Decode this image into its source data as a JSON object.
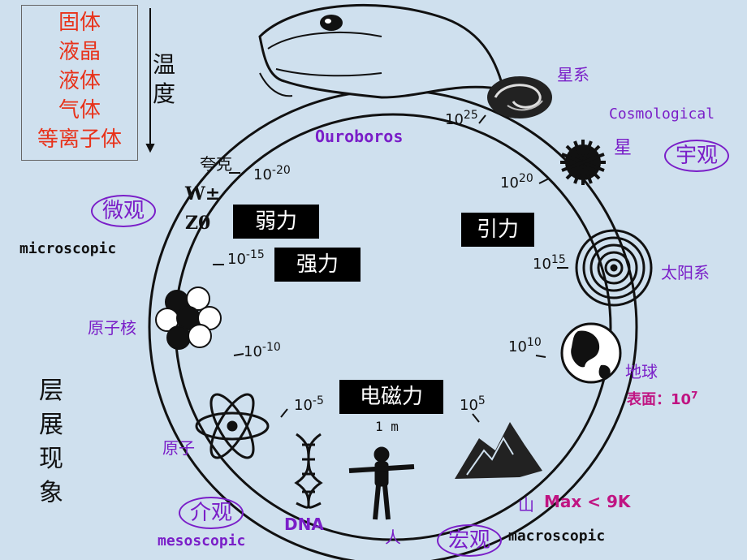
{
  "phases": [
    "固体",
    "液晶",
    "液体",
    "气体",
    "等离子体"
  ],
  "temperature_label": [
    "温",
    "度"
  ],
  "forces": {
    "weak": "弱力",
    "strong": "强力",
    "gravity": "引力",
    "em": "电磁力"
  },
  "snake_label": "Ouroboros",
  "scale_labels": {
    "micro_oval": "微观",
    "micro": "microscopic",
    "meso_oval": "介观",
    "meso": "mesoscopic",
    "macro_oval": "宏观",
    "macro": "macroscopic",
    "cosmo_oval": "宇观",
    "cosmo": "Cosmological"
  },
  "object_labels": {
    "quark": "夸克",
    "wz": "W±",
    "z0": "Z0",
    "nucleus": "原子核",
    "atom": "原子",
    "dna": "DNA",
    "human": "人",
    "mountain": "山",
    "mountain_note": "Max < 9K",
    "earth": "地球",
    "earth_note": "表面：10",
    "earth_note_exp": "7",
    "solar": "太阳系",
    "star": "星",
    "galaxy": "星系",
    "one_m": "1 m"
  },
  "ticks": [
    {
      "base": "10",
      "exp": "-20"
    },
    {
      "base": "10",
      "exp": "-15"
    },
    {
      "base": "10",
      "exp": "-10"
    },
    {
      "base": "10",
      "exp": "-5"
    },
    {
      "base": "10",
      "exp": "5"
    },
    {
      "base": "10",
      "exp": "10"
    },
    {
      "base": "10",
      "exp": "15"
    },
    {
      "base": "10",
      "exp": "20"
    },
    {
      "base": "10",
      "exp": "25"
    }
  ],
  "side_label": [
    "层",
    "展",
    "现",
    "象"
  ],
  "colors": {
    "background": "#cfe0ee",
    "phase_text": "#e8321a",
    "accent_purple": "#7a1ec8",
    "accent_magenta": "#c01482"
  }
}
